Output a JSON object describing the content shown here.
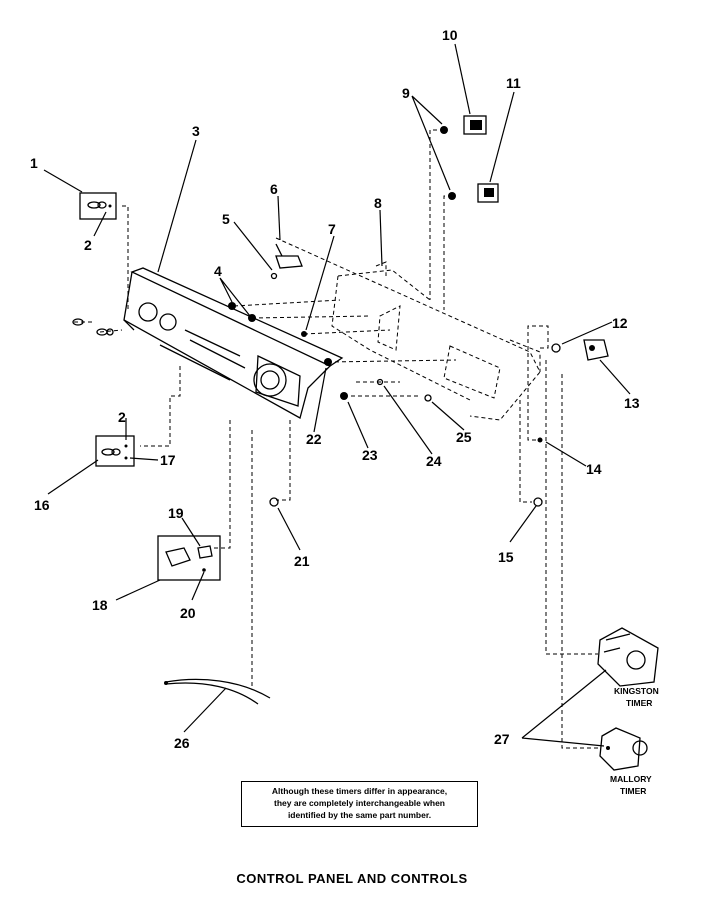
{
  "diagram": {
    "title": "CONTROL PANEL AND CONTROLS",
    "note": {
      "line1": "Although these timers differ in appearance,",
      "line2": "they are completely interchangeable when",
      "line3": "identified by the same part number."
    },
    "timer_labels": {
      "kingston_line1": "KINGSTON",
      "kingston_line2": "TIMER",
      "mallory_line1": "MALLORY",
      "mallory_line2": "TIMER"
    },
    "callouts": [
      "1",
      "2",
      "3",
      "4",
      "5",
      "6",
      "7",
      "8",
      "9",
      "10",
      "11",
      "12",
      "13",
      "14",
      "15",
      "16",
      "17",
      "18",
      "19",
      "20",
      "21",
      "22",
      "23",
      "24",
      "25",
      "26",
      "27"
    ],
    "callout_2_repeat": "2"
  }
}
